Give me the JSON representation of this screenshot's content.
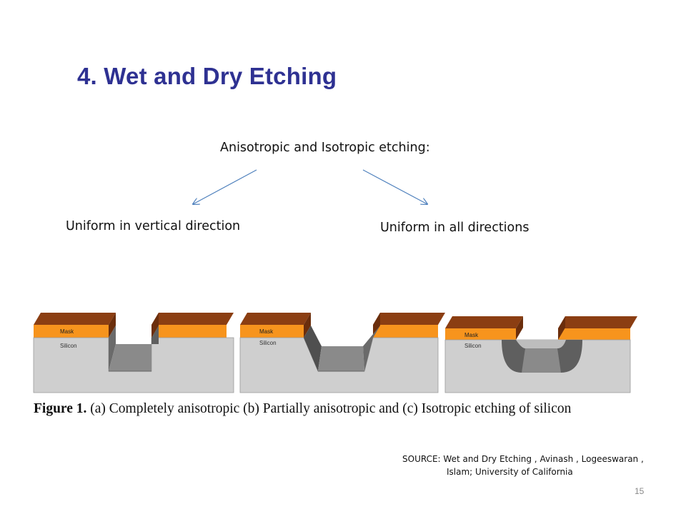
{
  "slide": {
    "title": "4. Wet and Dry Etching",
    "subtitle": "Anisotropic and Isotropic etching:",
    "left_label": "Uniform in vertical direction",
    "right_label": "Uniform in all directions",
    "page_number": "15"
  },
  "figure": {
    "caption_bold": "Figure 1.",
    "caption_text": " (a) Completely anisotropic (b) Partially anisotropic and (c) Isotropic etching of silicon",
    "panel_labels": {
      "mask": "Mask",
      "silicon": "Silicon"
    },
    "colors": {
      "mask_front": "#F7941D",
      "mask_top": "#8B3E12",
      "silicon_front": "#CFCFCF",
      "silicon_top": "#E3E3E3",
      "trench_floor": "#8A8A8A",
      "trench_wall": "#5F5F5F",
      "arrow": "#4F81BD"
    }
  },
  "source": {
    "line1": "SOURCE: Wet and Dry Etching , Avinash , Logeeswaran ,",
    "line2": "Islam; University of California"
  }
}
